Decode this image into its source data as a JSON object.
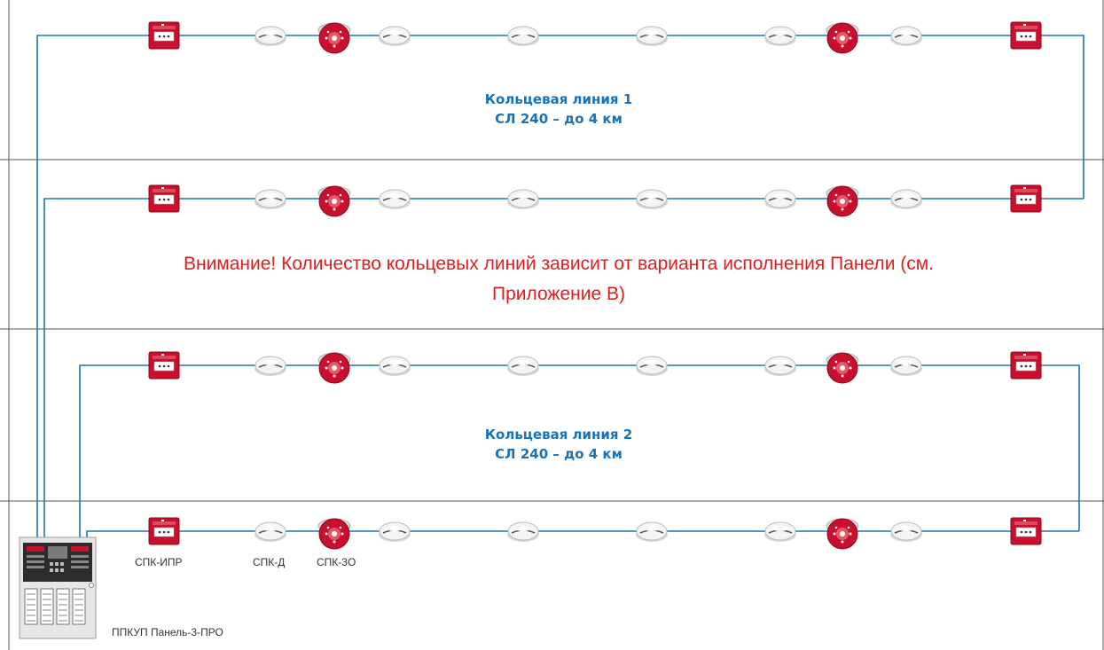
{
  "loop1": {
    "title": "Кольцевая линия 1",
    "spec": "СЛ 240 – до 4 км"
  },
  "loop2": {
    "title": "Кольцевая линия 2",
    "spec": "СЛ 240 – до 4 км"
  },
  "warning": {
    "line1": "Внимание! Количество кольцевых линий зависит от варианта исполнения Панели (см.",
    "line2": "Приложение В)"
  },
  "device_labels": {
    "manual_call_point": "СПК-ИПР",
    "smoke_detector": "СПК-Д",
    "sounder": "СПК-3О"
  },
  "panel": {
    "label": "ППКУП Панель-3-ПРО"
  },
  "colors": {
    "line": "#1a73b8",
    "warning": "#e31c1c",
    "device_red": "#c8102e",
    "border": "#555555"
  },
  "rows": [
    {
      "devices": [
        "manual-call-point",
        "smoke-detector",
        "sounder",
        "smoke-detector",
        "smoke-detector",
        "smoke-detector",
        "smoke-detector",
        "sounder",
        "smoke-detector",
        "manual-call-point"
      ]
    },
    {
      "devices": [
        "manual-call-point",
        "smoke-detector",
        "sounder",
        "smoke-detector",
        "smoke-detector",
        "smoke-detector",
        "smoke-detector",
        "sounder",
        "smoke-detector",
        "manual-call-point"
      ]
    },
    {
      "devices": [
        "manual-call-point",
        "smoke-detector",
        "sounder",
        "smoke-detector",
        "smoke-detector",
        "smoke-detector",
        "smoke-detector",
        "sounder",
        "smoke-detector",
        "manual-call-point"
      ]
    },
    {
      "devices": [
        "manual-call-point",
        "smoke-detector",
        "sounder",
        "smoke-detector",
        "smoke-detector",
        "smoke-detector",
        "smoke-detector",
        "sounder",
        "smoke-detector",
        "manual-call-point"
      ]
    }
  ]
}
